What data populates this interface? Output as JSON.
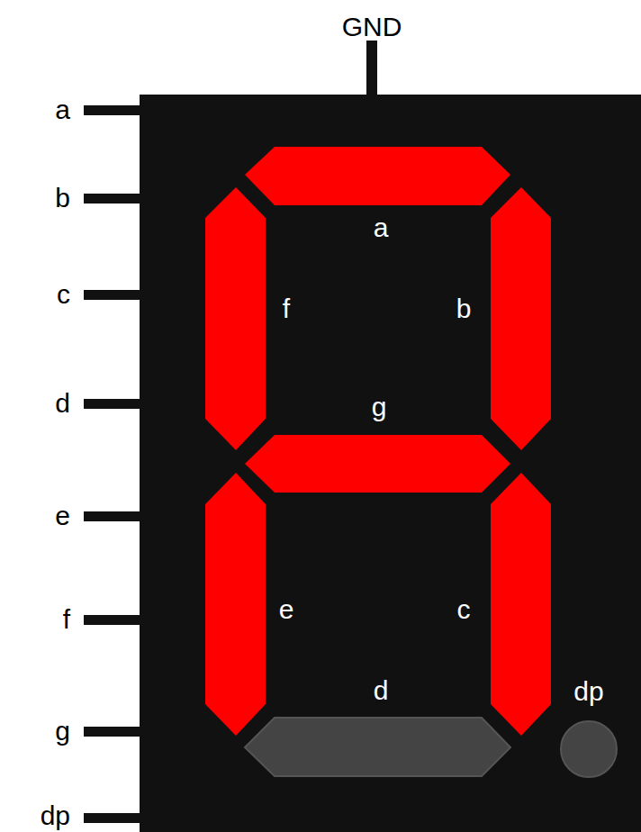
{
  "diagram": {
    "labels": [
      "GND",
      "a",
      "b",
      "c",
      "d",
      "e",
      "f",
      "g",
      "dp",
      "a",
      "f",
      "b",
      "g",
      "e",
      "c",
      "d",
      "dp"
    ]
  }
}
